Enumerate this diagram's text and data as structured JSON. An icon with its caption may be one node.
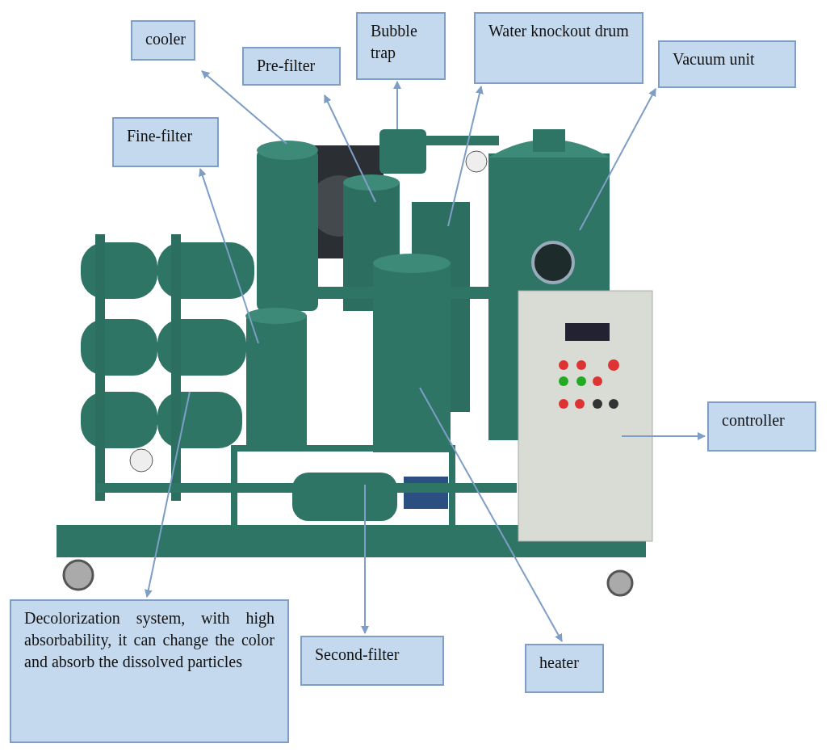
{
  "diagram": {
    "nodes": [
      {
        "text": [
          "cooler"
        ]
      },
      {
        "text": [
          "Pre-filter"
        ]
      },
      {
        "text": [
          "Bubble trap"
        ]
      },
      {
        "text": [
          "Water knockout drum"
        ]
      },
      {
        "text": [
          "Vacuum unit"
        ]
      },
      {
        "text": [
          "Fine-filter"
        ]
      },
      {
        "text": [
          "controller"
        ]
      },
      {
        "text": [
          "Decolorization system, with high absorbability, it can change the color and absorb the dissolved particles"
        ]
      },
      {
        "text": [
          "Second-filter"
        ]
      },
      {
        "text": [
          "heater"
        ]
      }
    ],
    "edges": [
      {
        "from": null,
        "to": 0,
        "arrow": "to"
      },
      {
        "from": null,
        "to": 1,
        "arrow": "to"
      },
      {
        "from": null,
        "to": 2,
        "arrow": "to"
      },
      {
        "from": null,
        "to": 3,
        "arrow": "to"
      },
      {
        "from": null,
        "to": 4,
        "arrow": "to"
      },
      {
        "from": null,
        "to": 5,
        "arrow": "to"
      },
      {
        "from": null,
        "to": 6,
        "arrow": "to"
      },
      {
        "from": null,
        "to": 7,
        "arrow": "to"
      },
      {
        "from": null,
        "to": 8,
        "arrow": "to"
      },
      {
        "from": null,
        "to": 9,
        "arrow": "to"
      }
    ]
  }
}
